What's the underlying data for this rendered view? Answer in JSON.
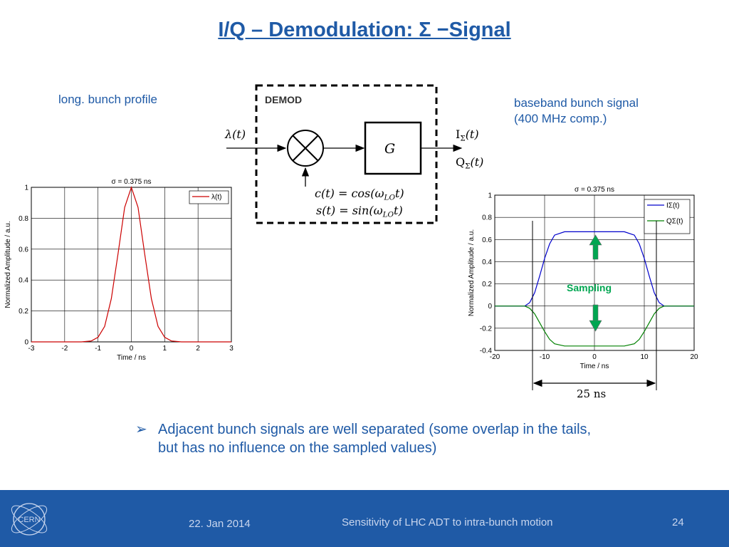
{
  "slide": {
    "title": "I/Q – Demodulation: Σ −Signal",
    "label_left": "long. bunch profile",
    "label_right_line1": "baseband bunch signal",
    "label_right_line2": "(400 MHz comp.)",
    "bullet": "Adjacent bunch signals are well separated (some overlap in the tails, but has no influence on the sampled values)",
    "bullet_line1": "Adjacent bunch signals are well separated (some overlap in the tails,",
    "bullet_line2": "but has no influence on the sampled values)",
    "bullet_marker": "➢"
  },
  "diagram": {
    "box_label": "DEMOD",
    "input": "λ(t)",
    "block": "G",
    "output_i": "I",
    "output_q": "Q",
    "output_sub": "Σ",
    "output_arg": "(t)",
    "lo_c": "c(t) = cos(ω",
    "lo_s": "s(t) = sin(ω",
    "lo_sub": "LO",
    "lo_end": "t)"
  },
  "annotations": {
    "sampling": "Sampling",
    "spacing": "25 ns"
  },
  "footer": {
    "date": "22. Jan 2014",
    "talk": "Sensitivity of LHC ADT to intra-bunch motion",
    "page": "24",
    "logo": "CERN"
  },
  "colors": {
    "accent": "#1f5aa6",
    "lambda": "#cc0000",
    "i_signal": "#0000cc",
    "q_signal": "#008000",
    "sampling_arrow": "#00a651"
  },
  "chart_data": [
    {
      "type": "line",
      "title": "σ = 0.375 ns",
      "xlabel": "Time / ns",
      "ylabel": "Normalized Amplitude / a.u.",
      "xlim": [
        -3,
        3
      ],
      "ylim": [
        0,
        1
      ],
      "xticks": [
        "-3",
        "-2",
        "-1",
        "0",
        "1",
        "2",
        "3"
      ],
      "yticks": [
        "0",
        "0.2",
        "0.4",
        "0.6",
        "0.8",
        "1"
      ],
      "grid": true,
      "legend": "top-right",
      "series": [
        {
          "name": "λ(t)",
          "x": [
            -3,
            -1.5,
            -1.2,
            -1.0,
            -0.8,
            -0.6,
            -0.4,
            -0.2,
            0,
            0.2,
            0.4,
            0.6,
            0.8,
            1.0,
            1.2,
            1.5,
            3
          ],
          "values": [
            0,
            0,
            0.006,
            0.03,
            0.1,
            0.28,
            0.57,
            0.87,
            1,
            0.87,
            0.57,
            0.28,
            0.1,
            0.03,
            0.006,
            0,
            0
          ]
        }
      ]
    },
    {
      "type": "line",
      "title": "σ = 0.375 ns",
      "xlabel": "Time / ns",
      "ylabel": "Normalized Amplitude / a.u.",
      "xlim": [
        -20,
        20
      ],
      "ylim": [
        -0.4,
        1
      ],
      "xticks": [
        "-20",
        "-10",
        "0",
        "10",
        "20"
      ],
      "yticks": [
        "-0.4",
        "-0.2",
        "0",
        "0.2",
        "0.4",
        "0.6",
        "0.8",
        "1"
      ],
      "grid": true,
      "legend": "top-right",
      "series": [
        {
          "name": "IΣ(t)",
          "x": [
            -20,
            -14,
            -13,
            -12,
            -11,
            -10,
            -9,
            -8,
            -6,
            0,
            6,
            8,
            9,
            10,
            11,
            12,
            13,
            14,
            20
          ],
          "values": [
            0,
            0,
            0.03,
            0.12,
            0.27,
            0.43,
            0.56,
            0.64,
            0.67,
            0.67,
            0.67,
            0.64,
            0.56,
            0.43,
            0.27,
            0.12,
            0.03,
            0,
            0
          ]
        },
        {
          "name": "QΣ(t)",
          "x": [
            -20,
            -14,
            -13,
            -12,
            -11,
            -10,
            -9,
            -8,
            -6,
            0,
            6,
            8,
            9,
            10,
            11,
            12,
            13,
            14,
            20
          ],
          "values": [
            0,
            0,
            -0.02,
            -0.07,
            -0.15,
            -0.23,
            -0.3,
            -0.34,
            -0.36,
            -0.36,
            -0.36,
            -0.34,
            -0.3,
            -0.23,
            -0.15,
            -0.07,
            -0.02,
            0,
            0
          ]
        }
      ]
    }
  ]
}
